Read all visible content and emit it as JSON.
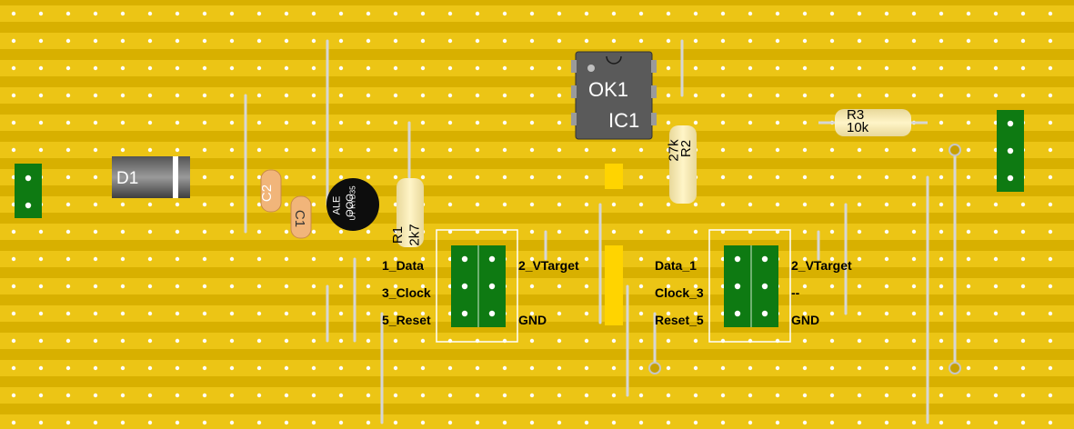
{
  "board": {
    "colors": {
      "base": "#d8b000",
      "strip": "#ecc515",
      "hole": "#ffffff",
      "header": "#0e7a12",
      "wire": "#d6d6d6",
      "jumper": "#ffd400"
    }
  },
  "components": {
    "d1": {
      "label": "D1"
    },
    "c2": {
      "label": "C2"
    },
    "c1": {
      "label": "C1"
    },
    "transistor": {
      "line1": "ALE",
      "line2": "OOO",
      "line3": "UT KYD35"
    },
    "r1": {
      "ref": "R1",
      "value": "2k7"
    },
    "r2": {
      "ref": "R2",
      "value": "27k"
    },
    "r3": {
      "ref": "R3",
      "value": "10k"
    },
    "ic": {
      "top_label": "OK1",
      "bottom_label": "IC1"
    }
  },
  "connector_left": {
    "labels_left": [
      "1_Data",
      "3_Clock",
      "5_Reset"
    ],
    "labels_right": [
      "2_VTarget",
      "",
      "GND"
    ]
  },
  "connector_right": {
    "labels_left": [
      "Data_1",
      "Clock_3",
      "Reset_5"
    ],
    "labels_right": [
      "2_VTarget",
      "--",
      "GND"
    ]
  }
}
